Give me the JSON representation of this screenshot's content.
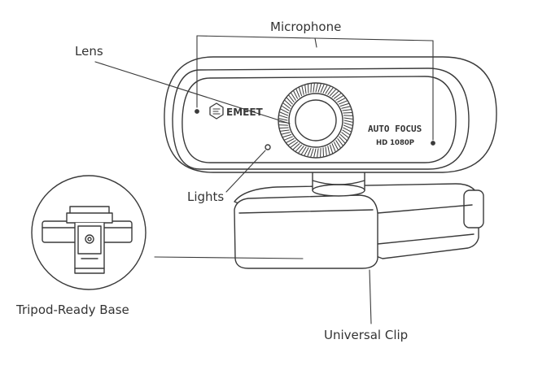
{
  "labels": {
    "microphone": "Microphone",
    "lens": "Lens",
    "lights": "Lights",
    "tripod_base": "Tripod-Ready Base",
    "universal_clip": "Universal Clip"
  },
  "device_text": {
    "brand": "EMEET",
    "auto_focus": "AUTO FOCUS",
    "resolution": "HD 1080P"
  },
  "colors": {
    "line": "#3a3a3a",
    "text": "#333333",
    "background": "#ffffff"
  }
}
